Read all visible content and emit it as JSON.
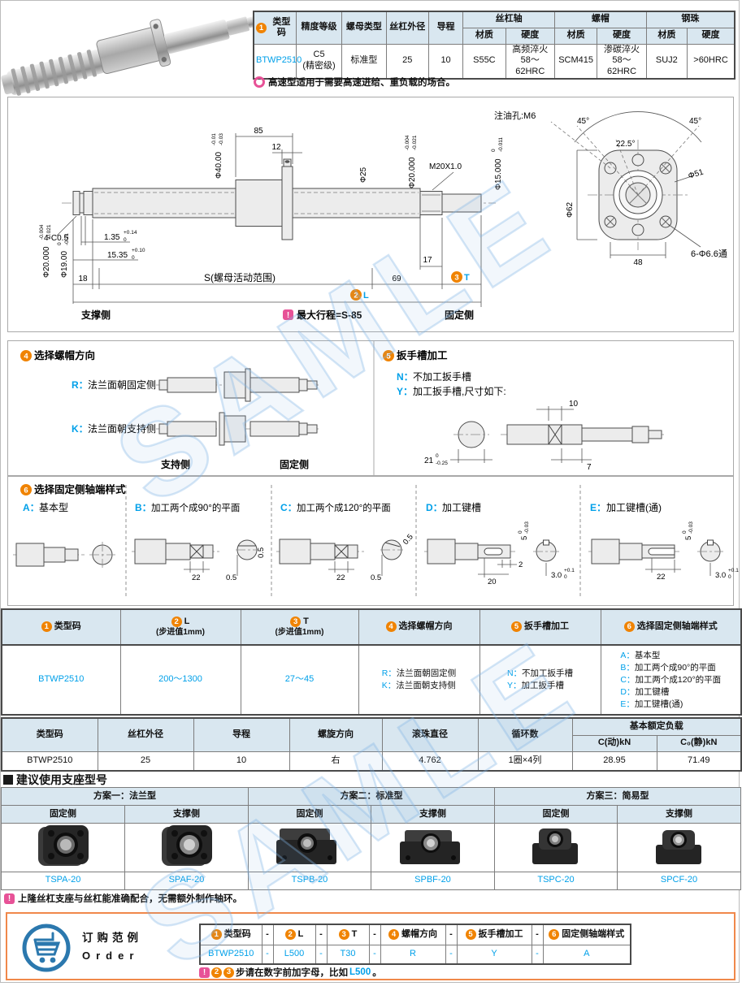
{
  "watermark": {
    "text": "SAMLE"
  },
  "icons": {
    "warn": "!"
  },
  "top_table": {
    "badge": "1",
    "h_code": "类型码",
    "h_accuracy": "精度等级",
    "h_nut_type": "螺母类型",
    "h_od": "丝杠外径",
    "h_lead": "导程",
    "h_shaft": "丝杠轴",
    "h_nut": "螺帽",
    "h_ball": "钢珠",
    "h_material": "材质",
    "h_hardness": "硬度",
    "row": {
      "code": "BTWP2510",
      "accuracy1": "C5",
      "accuracy2": "(精密级)",
      "nut_type": "标准型",
      "od": "25",
      "lead": "10",
      "shaft_mat": "S55C",
      "shaft_hard1": "高频淬火",
      "shaft_hard2": "58～62HRC",
      "nut_mat": "SCM415",
      "nut_hard1": "渗碳淬火",
      "nut_hard2": "58～62HRC",
      "ball_mat": "SUJ2",
      "ball_hard": ">60HRC"
    },
    "note": "高速型适用于需要高速进给、重负载的场合。"
  },
  "drawing": {
    "d20_left": {
      "main": "Φ20.000",
      "up": "-0.004",
      "dn": "-0.021"
    },
    "d19": {
      "main": "Φ19.00",
      "up": "0",
      "dn": "-0.21"
    },
    "d40": {
      "main": "Φ40.00",
      "up": "-0.01",
      "dn": "-0.03"
    },
    "len85": "85",
    "len12": "12",
    "d25": "Φ25",
    "d20_right": {
      "main": "Φ20.000",
      "up": "-0.004",
      "dn": "-0.021"
    },
    "m20": "M20X1.0",
    "d15": {
      "main": "Φ15.000",
      "up": "0",
      "dn": "-0.011"
    },
    "chamfer": "4-C0.5",
    "t135": {
      "main": "1.35",
      "up": "+0.14",
      "dn": "0"
    },
    "t1535": {
      "main": "15.35",
      "up": "+0.10",
      "dn": "0"
    },
    "len18": "18",
    "s_range": "S(螺母活动范围)",
    "len17": "17",
    "len69": "69",
    "badge_L": {
      "num": "2",
      "text": "L"
    },
    "badge_T": {
      "num": "3",
      "text": "T"
    },
    "support_side": "支撑侧",
    "fixed_side": "固定侧",
    "max_stroke": "最大行程=S-85",
    "oil_hole": "注油孔:M6",
    "angle45l": "45°",
    "angle45r": "45°",
    "angle225": "22.5°",
    "d62": "Φ62",
    "d51": "Φ51",
    "holes": "6-Φ6.6通",
    "len48": "48"
  },
  "section4": {
    "badge": "4",
    "title": "选择螺帽方向",
    "r_key": "R：",
    "r_text": "法兰面朝固定侧",
    "k_key": "K：",
    "k_text": "法兰面朝支持侧",
    "support_side": "支持侧",
    "fixed_side": "固定侧"
  },
  "section5": {
    "badge": "5",
    "title": "扳手槽加工",
    "n_key": "N：",
    "n_text": "不加工扳手槽",
    "y_key": "Y：",
    "y_text": "加工扳手槽,尺寸如下:",
    "d21": {
      "main": "21",
      "up": "0",
      "dn": "-0.25"
    },
    "len10": "10",
    "len7": "7"
  },
  "section6": {
    "badge": "6",
    "title": "选择固定侧轴端样式",
    "a_key": "A：",
    "a_text": "基本型",
    "b_key": "B：",
    "b_text": "加工两个成90°的平面",
    "b_d22": "22",
    "b_d05a": "0.5",
    "b_d05b": "0.5",
    "c_key": "C：",
    "c_text": "加工两个成120°的平面",
    "c_d22": "22",
    "c_d05a": "0.5",
    "c_d05b": "0.5",
    "d_key": "D：",
    "d_text": "加工键槽",
    "d_d5": {
      "main": "5",
      "up": "0",
      "dn": "-0.03"
    },
    "d_d2": "2",
    "d_d20": "20",
    "d_d30": {
      "main": "3.0",
      "up": "+0.1",
      "dn": "0"
    },
    "e_key": "E：",
    "e_text": "加工键槽(通)",
    "e_d5": {
      "main": "5",
      "up": "0",
      "dn": "-0.03"
    },
    "e_d22": "22",
    "e_d30": {
      "main": "3.0",
      "up": "+0.1",
      "dn": "0"
    }
  },
  "selection_table": {
    "h1_badge": "1",
    "h1": "类型码",
    "h2_badge": "2",
    "h2": "L",
    "h2_sub": "(步进值1mm)",
    "h3_badge": "3",
    "h3": "T",
    "h3_sub": "(步进值1mm)",
    "h4_badge": "4",
    "h4": "选择螺帽方向",
    "h5_badge": "5",
    "h5": "扳手槽加工",
    "h6_badge": "6",
    "h6": "选择固定侧轴端样式",
    "row": {
      "code": "BTWP2510",
      "L": "200～1300",
      "T": "27～45",
      "dir_r_key": "R：",
      "dir_r": "法兰面朝固定侧",
      "dir_k_key": "K：",
      "dir_k": "法兰面朝支持侧",
      "wr_n_key": "N：",
      "wr_n": "不加工扳手槽",
      "wr_y_key": "Y：",
      "wr_y": "加工扳手槽",
      "end_a_key": "A：",
      "end_a": "基本型",
      "end_b_key": "B：",
      "end_b": "加工两个成90°的平面",
      "end_c_key": "C：",
      "end_c": "加工两个成120°的平面",
      "end_d_key": "D：",
      "end_d": "加工键槽",
      "end_e_key": "E：",
      "end_e": "加工键槽(通)"
    }
  },
  "spec_table": {
    "h_code": "类型码",
    "h_od": "丝杠外径",
    "h_lead": "导程",
    "h_dir": "螺旋方向",
    "h_ball": "滚珠直径",
    "h_circ": "循环数",
    "h_load": "基本额定负载",
    "h_c": "C(动)kN",
    "h_c0": "C₀(静)kN",
    "row": {
      "code": "BTWP2510",
      "od": "25",
      "lead": "10",
      "dir": "右",
      "ball": "4.762",
      "circ": "1圈×4列",
      "c": "28.95",
      "c0": "71.49"
    }
  },
  "mounts": {
    "title": "建议使用支座型号",
    "plan1": "方案一：法兰型",
    "plan2": "方案二：标准型",
    "plan3": "方案三：简易型",
    "fixed": "固定侧",
    "support": "支撑侧",
    "models": [
      "TSPA-20",
      "SPAF-20",
      "TSPB-20",
      "SPBF-20",
      "TSPC-20",
      "SPCF-20"
    ],
    "note": "上隆丝杠支座与丝杠能准确配合，无需额外制作轴环。"
  },
  "order": {
    "title_cn": "订购范例",
    "title_en": "Order",
    "h1_badge": "1",
    "h1": "类型码",
    "h2_badge": "2",
    "h2": "L",
    "h3_badge": "3",
    "h3": "T",
    "h4_badge": "4",
    "h4": "螺帽方向",
    "h5_badge": "5",
    "h5": "扳手槽加工",
    "h6_badge": "6",
    "h6": "固定侧轴端样式",
    "dash": "-",
    "row": {
      "code": "BTWP2510",
      "L": "L500",
      "T": "T30",
      "dir": "R",
      "wrench": "Y",
      "end": "A"
    },
    "note_b2": "2",
    "note_b3": "3",
    "note_text": "步请在数字前加字母，比如",
    "note_code": "L500",
    "note_end": "。"
  }
}
